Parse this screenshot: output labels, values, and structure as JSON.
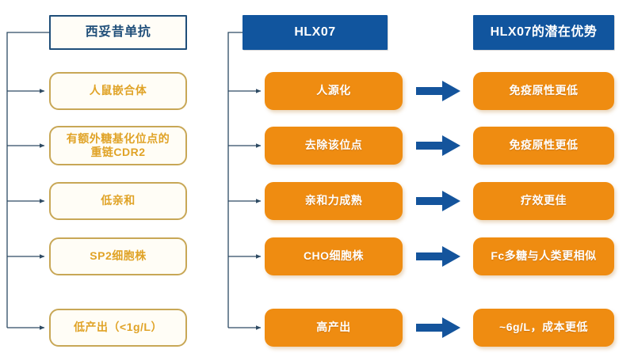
{
  "diagram": {
    "title_hidden": "",
    "columns": [
      {
        "id": "cetuximab",
        "header": "西妥昔单抗",
        "items": [
          "人鼠嵌合体",
          "有额外糖基化位点的\n重链CDR2",
          "低亲和",
          "SP2细胞株",
          "低产出（<1g/L）"
        ]
      },
      {
        "id": "hlx07",
        "header": "HLX07",
        "items": [
          "人源化",
          "去除该位点",
          "亲和力成熟",
          "CHO细胞株",
          "高产出"
        ]
      },
      {
        "id": "advantages",
        "header": "HLX07的潜在优势",
        "items": [
          "免疫原性更低",
          "免疫原性更低",
          "疗效更佳",
          "Fc多糖与人类更相似",
          "~6g/L，成本更低"
        ]
      }
    ],
    "arrows": {
      "count": 5,
      "glyph": "right-block-arrow",
      "color": "#14549c"
    },
    "colors": {
      "navy": "#11559e",
      "navy_dark": "#1f4e79",
      "orange": "#ef8c11",
      "gold_border": "#c8a756",
      "gold_text": "#e0a327",
      "connector": "#2d4a63",
      "background": "#ffffff"
    }
  }
}
